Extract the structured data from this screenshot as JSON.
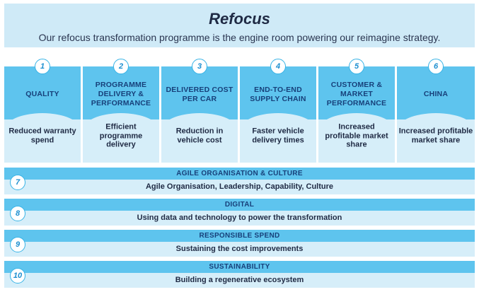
{
  "header": {
    "title": "Refocus",
    "subtitle": "Our refocus transformation programme is the engine room powering our reimagine strategy."
  },
  "pillars": [
    {
      "number": "1",
      "title": "QUALITY",
      "outcome": "Reduced warranty spend"
    },
    {
      "number": "2",
      "title": "PROGRAMME DELIVERY & PERFORMANCE",
      "outcome": "Efficient programme delivery"
    },
    {
      "number": "3",
      "title": "DELIVERED COST PER CAR",
      "outcome": "Reduction in vehicle cost"
    },
    {
      "number": "4",
      "title": "END-TO-END SUPPLY CHAIN",
      "outcome": "Faster vehicle delivery times"
    },
    {
      "number": "5",
      "title": "CUSTOMER & MARKET PERFORMANCE",
      "outcome": "Increased profitable market share"
    },
    {
      "number": "6",
      "title": "CHINA",
      "outcome": "Increased profitable market share"
    }
  ],
  "bands": [
    {
      "number": "7",
      "title": "AGILE ORGANISATION & CULTURE",
      "description": "Agile Organisation, Leadership, Capability, Culture"
    },
    {
      "number": "8",
      "title": "DIGITAL",
      "description": "Using data and technology to power the transformation"
    },
    {
      "number": "9",
      "title": "RESPONSIBLE SPEND",
      "description": "Sustaining the cost improvements"
    },
    {
      "number": "10",
      "title": "SUSTAINABILITY",
      "description": "Building a regenerative ecosystem"
    }
  ]
}
